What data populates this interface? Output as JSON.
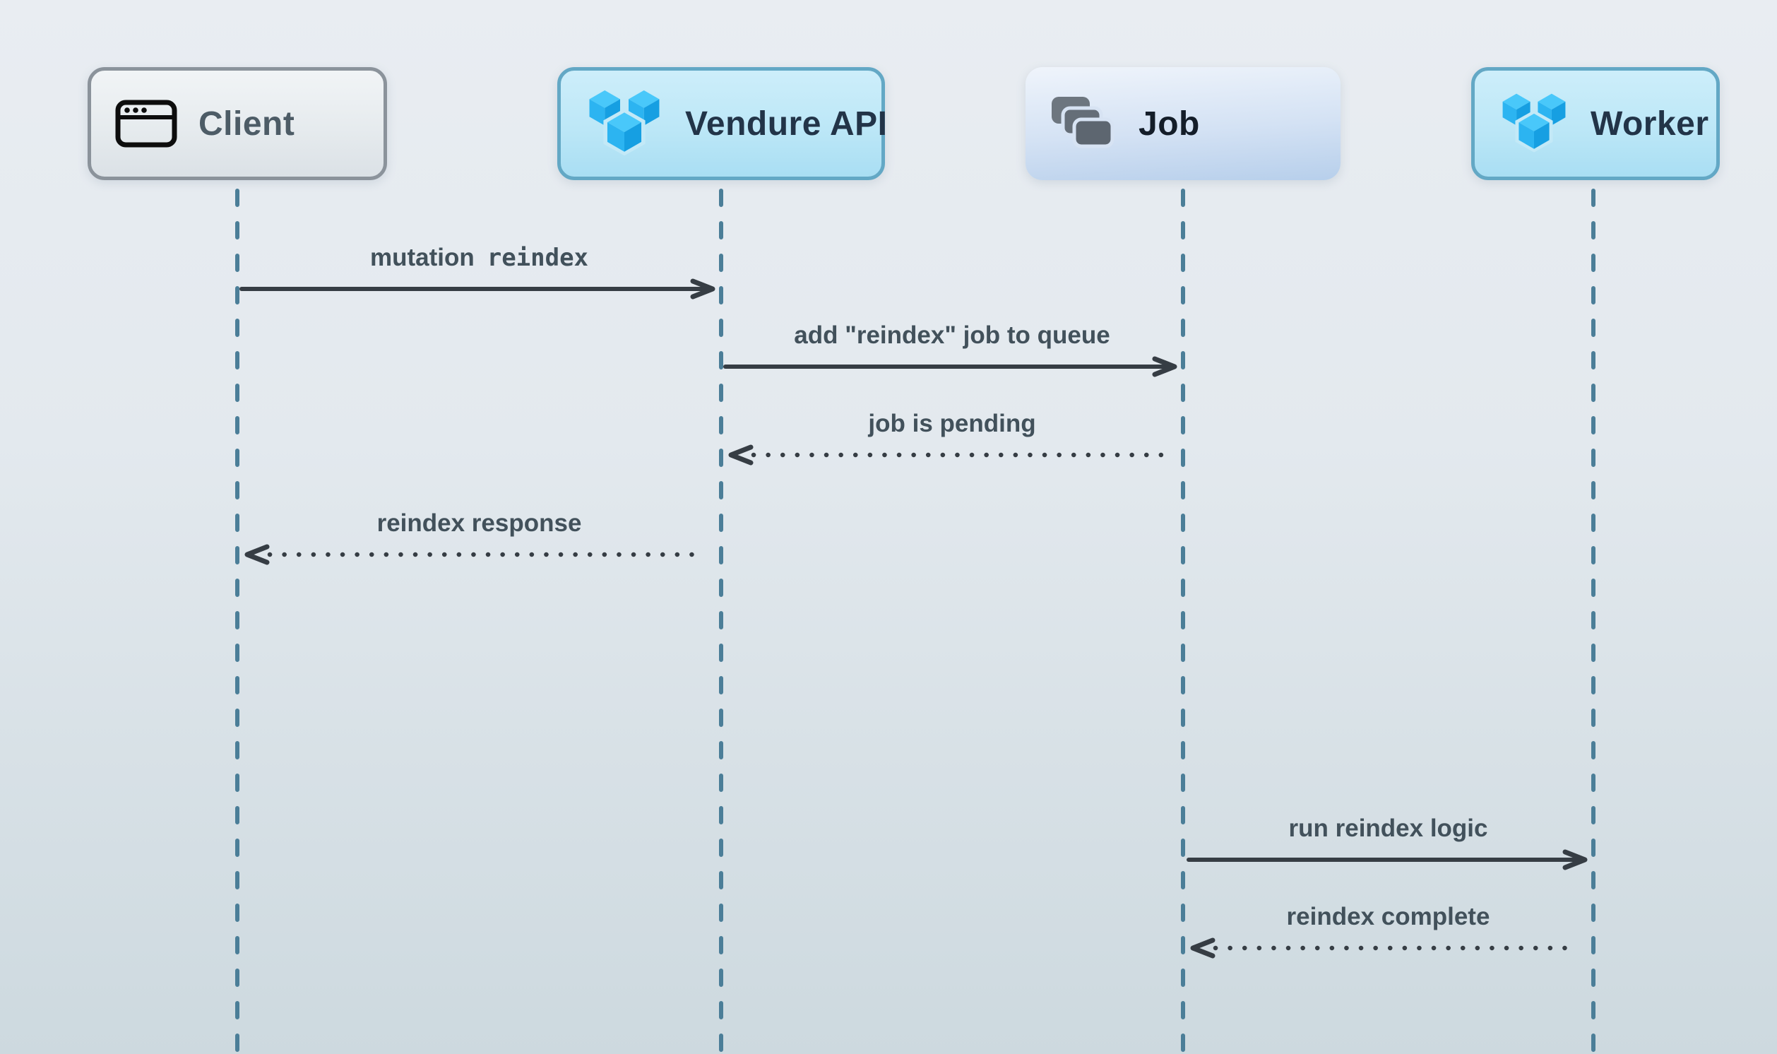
{
  "diagram": {
    "kind": "sequence-diagram",
    "actors": [
      {
        "id": "client",
        "label": "Client",
        "icon": "browser-window-icon",
        "style": "gray"
      },
      {
        "id": "vendure-api",
        "label": "Vendure API",
        "icon": "vendure-logo-icon",
        "style": "cyan"
      },
      {
        "id": "job",
        "label": "Job",
        "icon": "stacked-cards-icon",
        "style": "blue"
      },
      {
        "id": "worker",
        "label": "Worker",
        "icon": "vendure-logo-icon",
        "style": "cyan"
      }
    ],
    "messages": [
      {
        "from": "client",
        "to": "vendure-api",
        "label": "mutation",
        "code": "reindex",
        "line": "solid",
        "direction": "right"
      },
      {
        "from": "vendure-api",
        "to": "job",
        "label": "add \"reindex\" job to queue",
        "line": "solid",
        "direction": "right"
      },
      {
        "from": "job",
        "to": "vendure-api",
        "label": "job is pending",
        "line": "dotted",
        "direction": "left"
      },
      {
        "from": "vendure-api",
        "to": "client",
        "label": "reindex response",
        "line": "dotted",
        "direction": "left"
      },
      {
        "from": "job",
        "to": "worker",
        "label": "run reindex logic",
        "line": "solid",
        "direction": "right"
      },
      {
        "from": "worker",
        "to": "job",
        "label": "reindex complete",
        "line": "dotted",
        "direction": "left"
      }
    ],
    "colors": {
      "background_top": "#e9edf2",
      "background_bottom": "#cdd9df",
      "lifeline": "#4b7e98",
      "arrow": "#363d44",
      "message_text": "#42515b",
      "client_border": "#8b939b",
      "client_text": "#4d5c66",
      "vendure_border": "#63a8c5",
      "vendure_box_fill": "#bce7f7",
      "vendure_text": "#223448",
      "job_box_fill": "#c9dcf3",
      "job_text": "#141d29",
      "vendure_logo_blue": "#2cb4f1"
    }
  }
}
